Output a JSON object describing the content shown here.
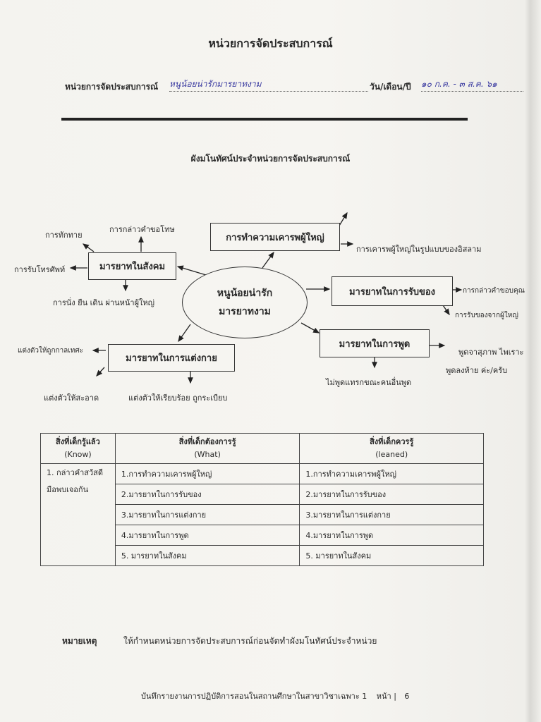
{
  "title": "หน่วยการจัดประสบการณ์",
  "header": {
    "unit_label": "หน่วยการจัดประสบการณ์",
    "unit_value": "หนูน้อยน่ารักมารยาทงาม",
    "date_label": "วัน/เดือน/ปี",
    "date_value": "๑๐ ก.ค. - ๓ ส.ค. ๖๑"
  },
  "subtitle": "ผังมโนทัศน์ประจำหน่วยการจัดประสบการณ์",
  "mindmap": {
    "center": [
      "หนูน้อยน่ารัก",
      "มารยาทงาม"
    ],
    "branches": {
      "respect": {
        "label": "การทำความเคารพผู้ใหญ่",
        "leaves": [
          "การเคารพผู้ใหญ่ในรูปแบบของอิสลาม"
        ]
      },
      "social": {
        "label": "มารยาทในสังคม",
        "leaves": [
          "การทักทาย",
          "การกล่าวคำขอโทษ",
          "การรับโทรศัพท์",
          "การนั่ง ยืน เดิน  ผ่านหน้าผู้ใหญ่"
        ]
      },
      "receiving": {
        "label": "มารยาทในการรับของ",
        "leaves": [
          "การกล่าวคำขอบคุณ",
          "การรับของจากผู้ใหญ่"
        ]
      },
      "speaking": {
        "label": "มารยาทในการพูด",
        "leaves": [
          "พูดจาสุภาพ ไพเราะ",
          "พูดลงท้าย ค่ะ/ครับ",
          "ไม่พูดแทรกขณะคนอื่นพูด"
        ]
      },
      "dressing": {
        "label": "มารยาทในการแต่งกาย",
        "leaves": [
          "แต่งตัวให้ถูกกาลเทศะ",
          "แต่งตัวให้สะอาด",
          "แต่งตัวให้เรียบร้อย ถูกระเบียบ"
        ]
      }
    }
  },
  "table": {
    "headers": [
      {
        "th": "สิ่งที่เด็กรู้แล้ว",
        "en": "(Know)"
      },
      {
        "th": "สิ่งที่เด็กต้องการรู้",
        "en": "(What)"
      },
      {
        "th": "สิ่งที่เด็กควรรู้",
        "en": "(leaned)"
      }
    ],
    "know": [
      "1. กล่าวคำสวัสดี",
      "มือพบเจอกัน"
    ],
    "what": [
      "1.การทำความเคารพผู้ใหญ่",
      "2.มารยาทในการรับของ",
      "3.มารยาทในการแต่งกาย",
      "4.มารยาทในการพูด",
      "5. มารยาทในสังคม"
    ],
    "learned": [
      "1.การทำความเคารพผู้ใหญ่",
      "2.มารยาทในการรับของ",
      "3.มารยาทในการแต่งกาย",
      "4.มารยาทในการพูด",
      "5. มารยาทในสังคม"
    ]
  },
  "note": {
    "label": "หมายเหตุ",
    "text": "ให้กำหนดหน่วยการจัดประสบการณ์ก่อนจัดทำผังมโนทัศน์ประจำหน่วย"
  },
  "footer": {
    "text": "บันทึกรายงานการปฏิบัติการสอนในสถานศึกษาในสาขาวิชาเฉพาะ 1",
    "page_label": "หน้า |",
    "page_number": "6"
  }
}
